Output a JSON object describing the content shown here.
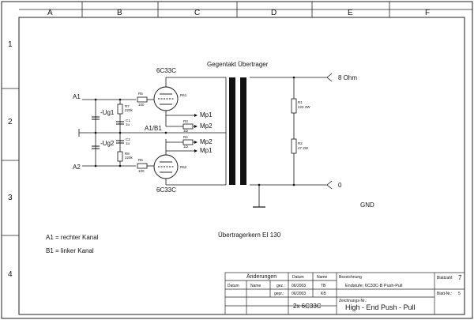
{
  "border": {
    "columns": [
      "A",
      "B",
      "C",
      "D",
      "E",
      "F"
    ],
    "rows": [
      "1",
      "2",
      "3",
      "4"
    ]
  },
  "schematic": {
    "transformer_title": "Gegentakt Übertrager",
    "tube_top": "6C33C",
    "tube_bottom": "6C33C",
    "tube_top_ref": "R61",
    "tube_bottom_ref": "R62",
    "input_a1": "A1",
    "input_a2": "A2",
    "input_b1": "A1/B1",
    "bias_top": "-Ug1",
    "bias_bottom": "-Ug2",
    "mp1_top": "Mp1",
    "mp2_top": "Mp2",
    "mp2_bottom": "Mp2",
    "mp1_bottom": "Mp1",
    "out_8ohm": "8 Ohm",
    "out_zero": "0",
    "gnd": "GND",
    "core_label": "Übertragerkern EI 130",
    "r_top_gate": "R5",
    "r_top_gate_val": "100",
    "r_top_grid": "R7",
    "r_top_grid_val": "220k",
    "c_top": "C1",
    "c_top_val": "1u",
    "r_bottom_gate": "R6",
    "r_bottom_gate_val": "100",
    "r_bottom_grid": "R8",
    "r_bottom_grid_val": "220k",
    "c_bottom": "C2",
    "c_bottom_val": "1u",
    "r_sense_top": "R3",
    "r_sense_top_val": "1Ω",
    "r_sense_bottom": "R4",
    "r_sense_bottom_val": "1Ω",
    "r_out_top": "R1",
    "r_out_top_val": "220 2W",
    "r_out_bottom": "R2",
    "r_out_bottom_val": "47 2W"
  },
  "notes": {
    "a1": "A1 = rechter Kanal",
    "b1": "B1 = linker Kanal"
  },
  "title_block": {
    "changes_header": "Änderungen",
    "datum_col": "Datum",
    "name_col": "Name",
    "datum_header": "Datum",
    "name_header": "Name",
    "gez_label": "gez.:",
    "gez_date": "06/2003",
    "gez_name": "TB",
    "gepr_label": "gepr.:",
    "gepr_date": "06/2003",
    "gepr_name": "KB",
    "bezeichnung_label": "Bezeichnung",
    "bezeichnung_value": "Endstufe: 6C33C-B Push-Pull",
    "blattzahl_label": "Blattzahl:",
    "blattzahl_value": "7",
    "blatt_nr_label": "Blatt-Nr.:",
    "blatt_nr_value": "5",
    "project": "2x 6C33C",
    "zeichnungs_label": "Zeichnungs-Nr.:",
    "title": "High - End  Push - Pull"
  }
}
